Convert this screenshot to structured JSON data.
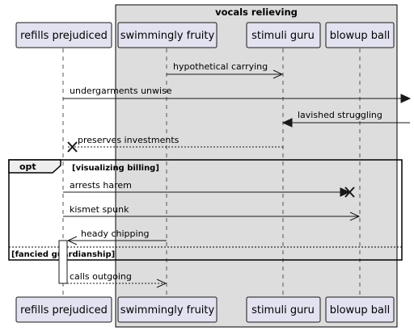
{
  "box": {
    "title": "vocals relieving",
    "fill": "#DDDDDD",
    "stroke": "#000000"
  },
  "participant_style": {
    "fill": "#E2E2F0",
    "stroke": "#181818"
  },
  "participants": [
    {
      "id": "refills",
      "name": "refills prejudiced"
    },
    {
      "id": "swimmingly",
      "name": "swimmingly fruity"
    },
    {
      "id": "stimuli",
      "name": "stimuli guru"
    },
    {
      "id": "blowup",
      "name": "blowup ball"
    }
  ],
  "messages": [
    {
      "label": "hypothetical carrying",
      "from": "swimmingly",
      "to": "stimuli",
      "style": "solid",
      "head": "open"
    },
    {
      "label": "undergarments unwise",
      "from": "refills",
      "to": "edge-right",
      "style": "solid",
      "head": "filled"
    },
    {
      "label": "lavished struggling",
      "from": "edge-right",
      "to": "stimuli",
      "style": "solid",
      "head": "filled"
    },
    {
      "label": "preserves investments",
      "from": "stimuli",
      "to": "refills",
      "style": "dashed",
      "head": "destroy"
    },
    {
      "label": "arrests harem",
      "from": "refills",
      "to": "blowup",
      "style": "solid",
      "head": "destroy"
    },
    {
      "label": "kismet spunk",
      "from": "refills",
      "to": "blowup",
      "style": "solid",
      "head": "open"
    },
    {
      "label": "heady chipping",
      "from": "swimmingly",
      "to": "refills",
      "style": "solid",
      "head": "open"
    },
    {
      "label": "calls outgoing",
      "from": "refills",
      "to": "swimmingly",
      "style": "dashed",
      "head": "open"
    }
  ],
  "fragment": {
    "keyword": "opt",
    "guard": "[visualizing billing]",
    "else_guard": "[fancied guardianship]"
  }
}
